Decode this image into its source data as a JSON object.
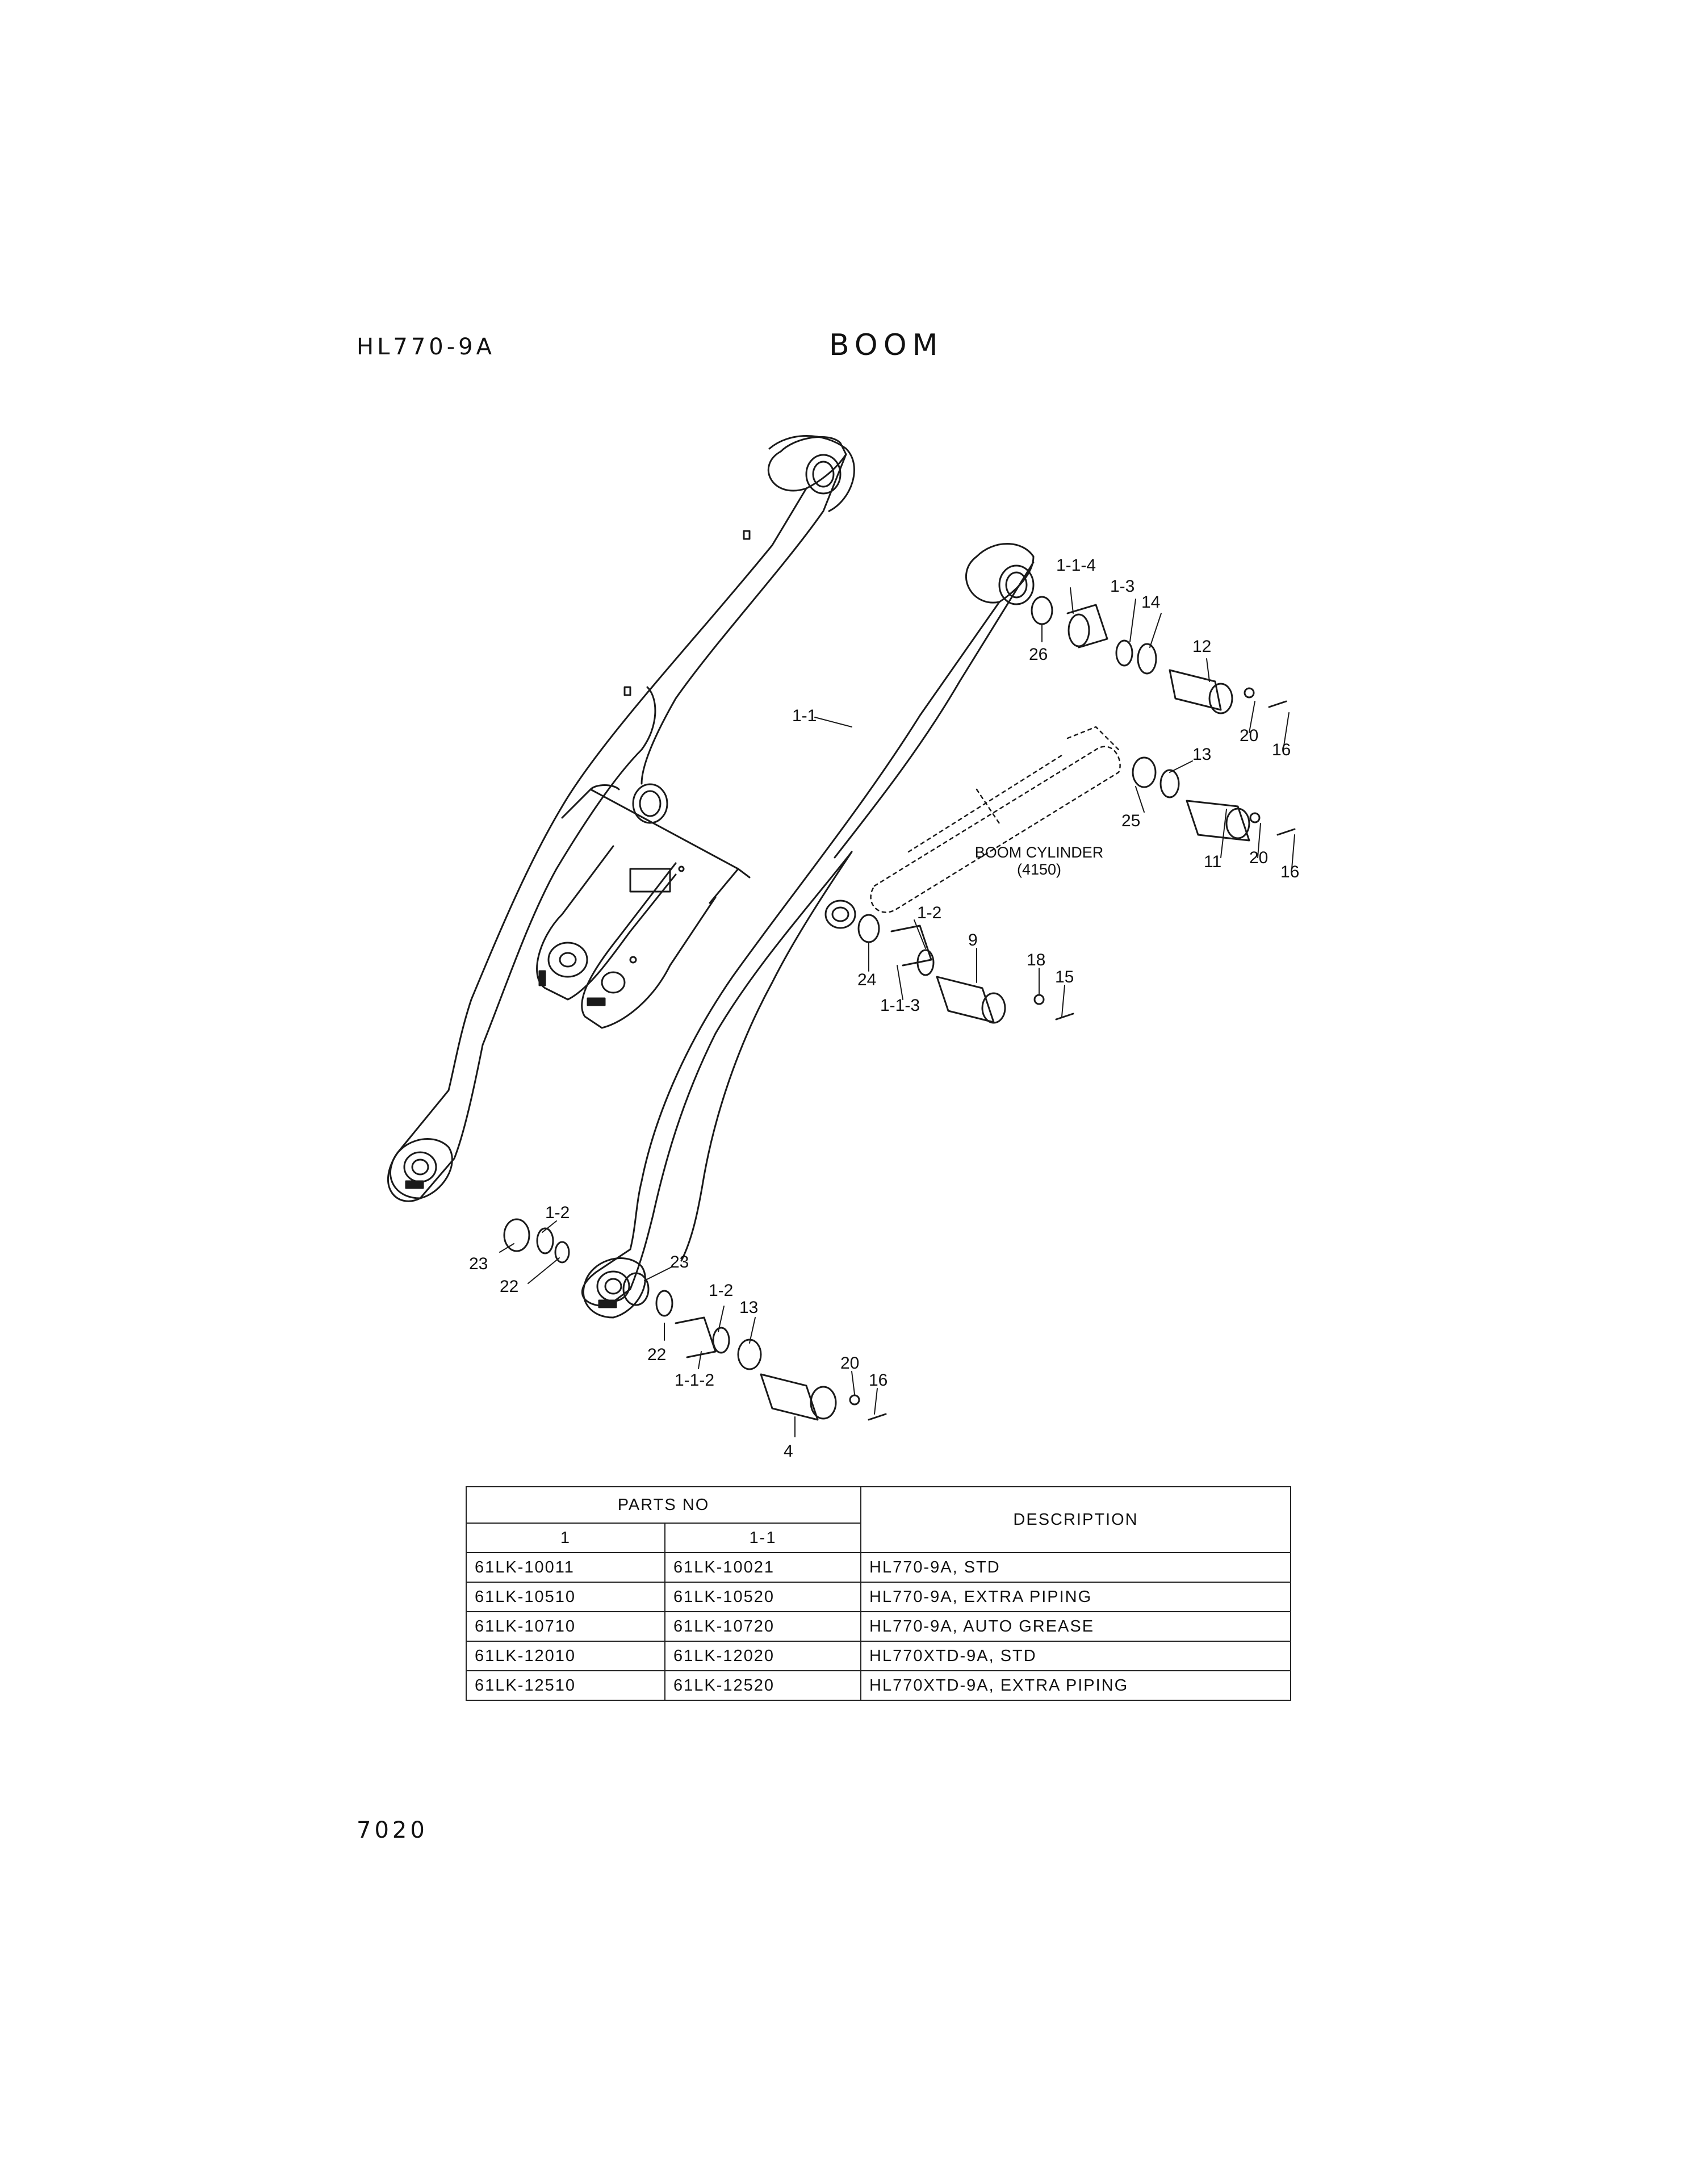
{
  "header": {
    "model": "HL770-9A",
    "title": "BOOM"
  },
  "footer": {
    "page_number": "7020"
  },
  "callouts": {
    "c_1_1_4": "1-1-4",
    "c_26": "26",
    "c_1_3": "1-3",
    "c_14": "14",
    "c_12": "12",
    "c_20a": "20",
    "c_16a": "16",
    "c_1_1": "1-1",
    "c_13a": "13",
    "c_25": "25",
    "c_11": "11",
    "c_20b": "20",
    "c_16b": "16",
    "c_1_2a": "1-2",
    "c_24": "24",
    "c_1_1_3": "1-1-3",
    "c_9": "9",
    "c_18": "18",
    "c_15": "15",
    "c_1_2b": "1-2",
    "c_23a": "23",
    "c_22a": "22",
    "c_23b": "23",
    "c_1_2c": "1-2",
    "c_13b": "13",
    "c_22b": "22",
    "c_1_1_2": "1-1-2",
    "c_20c": "20",
    "c_16c": "16",
    "c_4": "4"
  },
  "boom_cylinder": {
    "label": "BOOM CYLINDER",
    "ref": "(4150)"
  },
  "parts_table": {
    "header_group": "PARTS NO",
    "header_description": "DESCRIPTION",
    "columns": [
      "1",
      "1-1"
    ],
    "rows": [
      {
        "p1": "61LK-10011",
        "p11": "61LK-10021",
        "desc": "HL770-9A, STD"
      },
      {
        "p1": "61LK-10510",
        "p11": "61LK-10520",
        "desc": "HL770-9A, EXTRA PIPING"
      },
      {
        "p1": "61LK-10710",
        "p11": "61LK-10720",
        "desc": "HL770-9A, AUTO GREASE"
      },
      {
        "p1": "61LK-12010",
        "p11": "61LK-12020",
        "desc": "HL770XTD-9A, STD"
      },
      {
        "p1": "61LK-12510",
        "p11": "61LK-12520",
        "desc": "HL770XTD-9A, EXTRA PIPING"
      }
    ]
  }
}
